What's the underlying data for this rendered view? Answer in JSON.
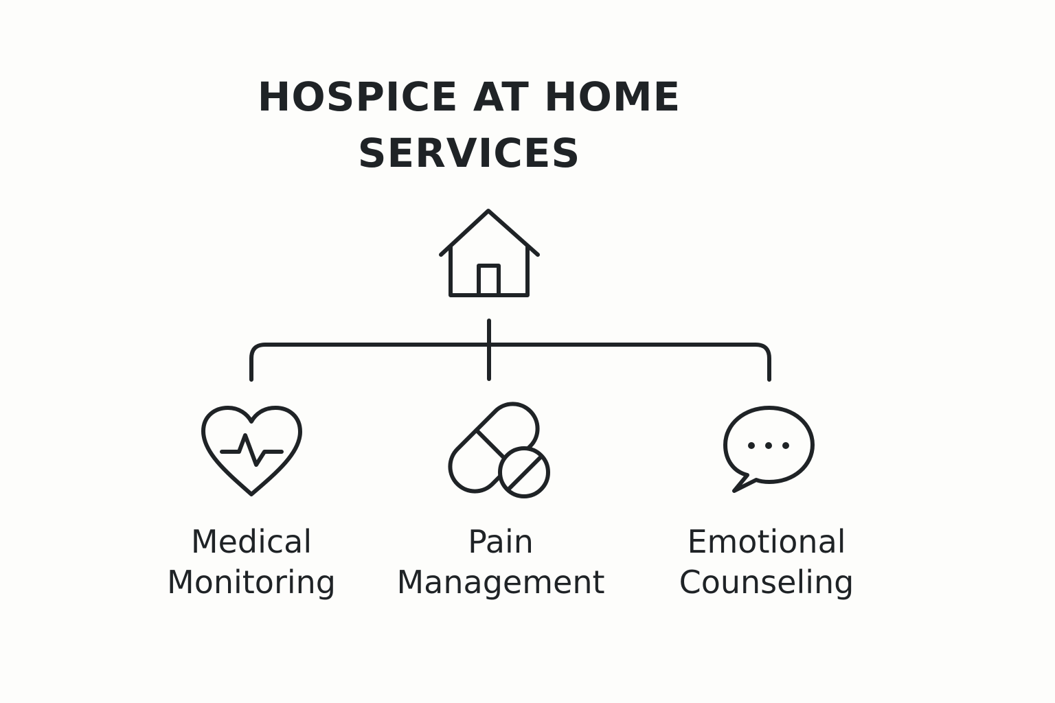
{
  "title": {
    "line1": "HOSPICE AT HOME",
    "line2": "SERVICES"
  },
  "root": {
    "icon": "house-icon"
  },
  "services": [
    {
      "icon": "heart-pulse-icon",
      "line1": "Medical",
      "line2": "Monitoring"
    },
    {
      "icon": "pill-capsule-icon",
      "line1": "Pain",
      "line2": "Management"
    },
    {
      "icon": "chat-bubble-icon",
      "line1": "Emotional",
      "line2": "Counseling"
    }
  ],
  "colors": {
    "ink": "#1f2326",
    "background": "#fdfdfb"
  }
}
